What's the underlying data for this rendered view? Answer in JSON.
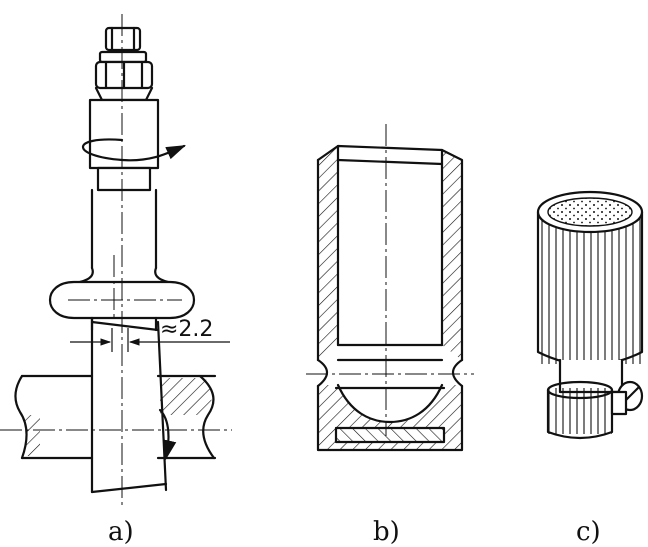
{
  "figure": {
    "labels": {
      "a": "a)",
      "b": "b)",
      "c": "c)"
    },
    "dimension": {
      "approx_value": "≈2.2"
    }
  }
}
